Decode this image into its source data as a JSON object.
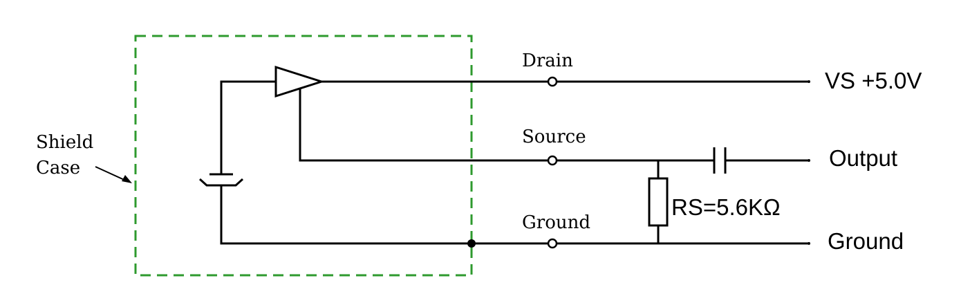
{
  "labels": {
    "shield_line1": "Shield",
    "shield_line2": "Case",
    "drain": "Drain",
    "source": "Source",
    "ground_pin": "Ground",
    "resistor": "RS=5.6KΩ"
  },
  "outputs": {
    "vs": "VS +5.0V",
    "output": "Output",
    "ground": "Ground"
  },
  "colors": {
    "shield_case": "#2e9a2e",
    "wire": "#000000"
  }
}
